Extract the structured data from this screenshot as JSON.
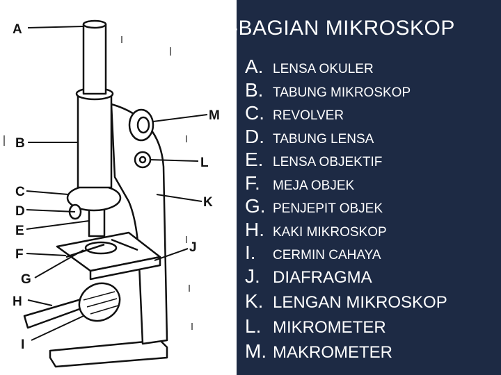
{
  "slide": {
    "title": "-BAGIAN MIKROSKOP",
    "colors": {
      "background": "#1d2a44",
      "text": "#ffffff",
      "diagram_background": "#ffffff"
    }
  },
  "diagram": {
    "labels": {
      "A": "A",
      "B": "B",
      "C": "C",
      "D": "D",
      "E": "E",
      "F": "F",
      "G": "G",
      "H": "H",
      "I": "I",
      "J": "J",
      "K": "K",
      "L": "L",
      "M": "M"
    }
  },
  "parts": [
    {
      "letter": "A.",
      "name": "LENSA OKULER"
    },
    {
      "letter": "B.",
      "name": "TABUNG MIKROSKOP"
    },
    {
      "letter": "C.",
      "name": "REVOLVER"
    },
    {
      "letter": "D.",
      "name": "TABUNG LENSA"
    },
    {
      "letter": "E.",
      "name": "LENSA OBJEKTIF"
    },
    {
      "letter": "F.",
      "name": "MEJA OBJEK"
    },
    {
      "letter": "G.",
      "name": "PENJEPIT OBJEK"
    },
    {
      "letter": "H.",
      "name": "KAKI MIKROSKOP"
    },
    {
      "letter": "I.",
      "name": "CERMIN CAHAYA"
    },
    {
      "letter": "J.",
      "name": "DIAFRAGMA"
    },
    {
      "letter": "K.",
      "name": "LENGAN MIKROSKOP"
    },
    {
      "letter": "L.",
      "name": "MIKROMETER"
    },
    {
      "letter": "M.",
      "name": "MAKROMETER"
    }
  ]
}
